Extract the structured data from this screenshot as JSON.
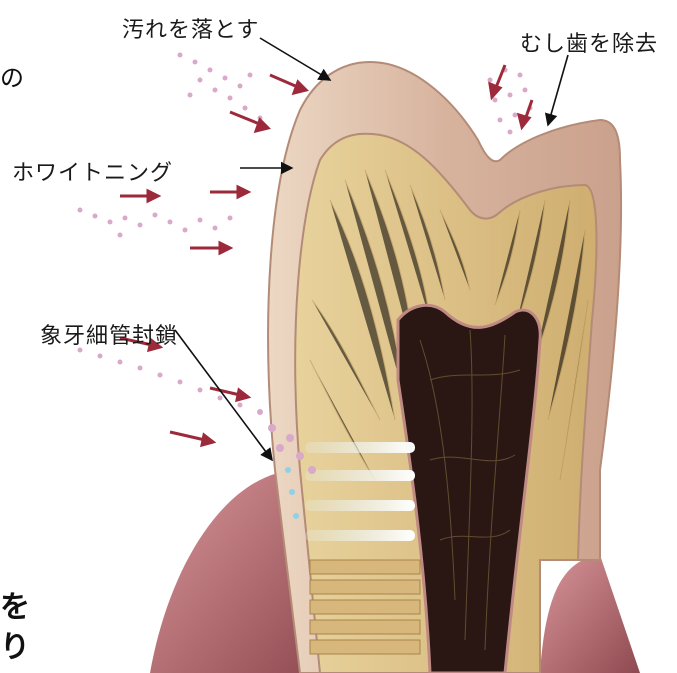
{
  "labels": {
    "remove_stain": "汚れを落とす",
    "remove_caries": "むし歯を除去",
    "whitening": "ホワイトニング",
    "tubule_seal": "象牙細管封鎖"
  },
  "edge_text": {
    "top_left": "の",
    "bottom_left_1": "を",
    "bottom_left_2": "り"
  },
  "colors": {
    "enamel": "#d7b39e",
    "enamel_light": "#ead7c6",
    "dentin": "#dcc08a",
    "dentin_line": "#b89457",
    "pulp": "#2a1714",
    "gum": "#c77f84",
    "gum_dark": "#8e4a50",
    "arrow": "#9c2a3a",
    "dot": "#d8a9c8",
    "blue_beam": "#bfe6f4"
  }
}
